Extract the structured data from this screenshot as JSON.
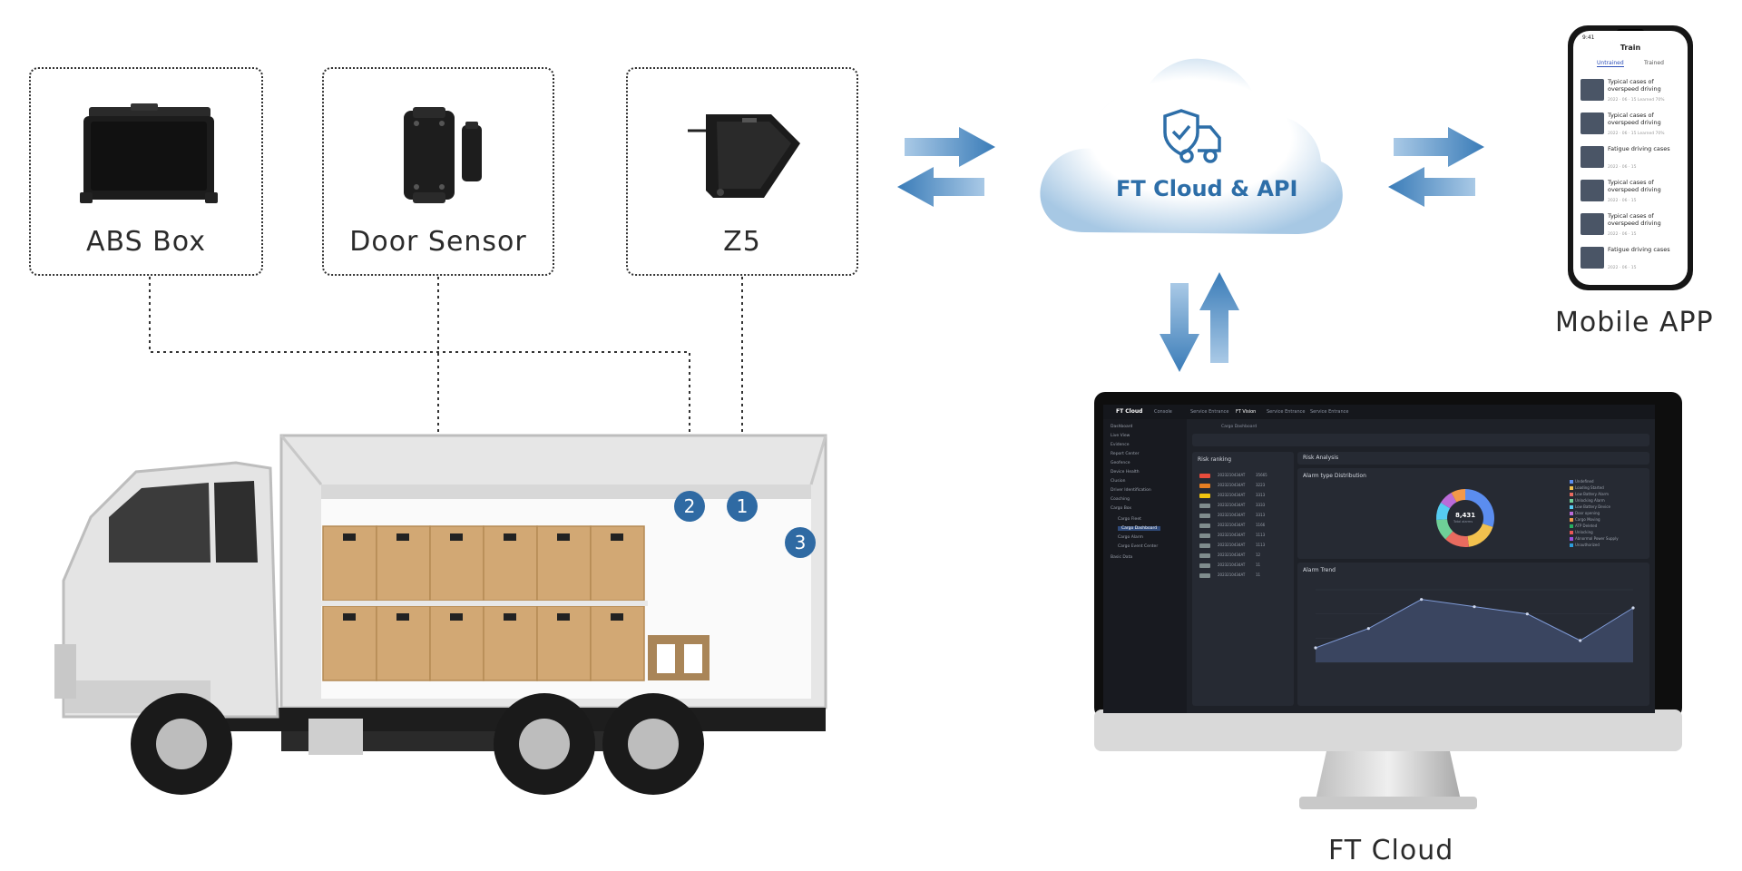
{
  "devices": [
    {
      "label": "ABS Box",
      "icon": "abs-box-icon"
    },
    {
      "label": "Door Sensor",
      "icon": "door-sensor-icon"
    },
    {
      "label": "Z5",
      "icon": "z5-device-icon"
    }
  ],
  "markers": [
    "2",
    "1",
    "3"
  ],
  "cloud": {
    "label": "FT Cloud & API",
    "icon": "truck-shield-icon"
  },
  "mobile": {
    "label": "Mobile APP",
    "screen": {
      "time": "9:41",
      "title": "Train",
      "tabs": [
        "Untrained",
        "Trained"
      ],
      "items": [
        {
          "text": "Typical cases of overspeed driving",
          "sub": "2022 · 06 · 15   Learned 70%"
        },
        {
          "text": "Typical cases of overspeed driving",
          "sub": "2022 · 06 · 15   Learned 70%"
        },
        {
          "text": "Fatigue driving cases",
          "sub": "2022 · 06 · 15"
        },
        {
          "text": "Typical cases of overspeed driving",
          "sub": "2022 · 06 · 15"
        },
        {
          "text": "Typical cases of overspeed driving",
          "sub": "2022 · 06 · 15"
        },
        {
          "text": "Fatigue driving cases",
          "sub": "2022 · 06 · 15"
        }
      ]
    }
  },
  "platform": {
    "label": "FT Cloud",
    "ui": {
      "brand": "FT Cloud",
      "nav": [
        "Console",
        "Service Entrance",
        "FT Vision",
        "Service Entrance",
        "Service Entrance"
      ],
      "breadcrumb": "Cargo Dashboard",
      "sidebar": [
        "Dashboard",
        "Live View",
        "Evidence",
        "Report Center",
        "Geofence",
        "Device Health",
        "Clusion",
        "Driver Identification",
        "Coaching",
        "Cargo Box",
        "Cargo Fleet",
        "Cargo Dashboard",
        "Cargo Alarm",
        "Cargo Event Center",
        "Basic Data"
      ],
      "risk_title": "Risk ranking",
      "analysis_title": "Risk Analysis",
      "distribution_title": "Alarm type Distribution",
      "donut_value": "8,431",
      "donut_caption": "Total alarms",
      "trend_title": "Alarm Trend",
      "legend": [
        {
          "name": "Undefined",
          "color": "#5b8def"
        },
        {
          "name": "Loading Started",
          "color": "#f2c14e"
        },
        {
          "name": "Low Battery Alarm",
          "color": "#e86b5f"
        },
        {
          "name": "Unlocking Alarm",
          "color": "#6fcf97"
        },
        {
          "name": "Low Battery Device",
          "color": "#56ccf2"
        },
        {
          "name": "Door opening",
          "color": "#bb6bd9"
        },
        {
          "name": "Cargo Moving",
          "color": "#f2994a"
        },
        {
          "name": "ATP Deleted",
          "color": "#27ae60"
        },
        {
          "name": "Unlocking",
          "color": "#eb5757"
        },
        {
          "name": "Abnormal Power Supply",
          "color": "#9b51e0"
        },
        {
          "name": "Unauthorized",
          "color": "#2d9cdb"
        }
      ],
      "ranking_rows": [
        {
          "id": "2023210434AT",
          "value": "35665",
          "color": "#e74c3c"
        },
        {
          "id": "2023210434AT",
          "value": "3223",
          "color": "#e67e22"
        },
        {
          "id": "2023210434AT",
          "value": "3313",
          "color": "#f1c40f"
        },
        {
          "id": "2023210434AT",
          "value": "3333",
          "color": "#7f8c8d"
        },
        {
          "id": "2023210434AT",
          "value": "3313",
          "color": "#7f8c8d"
        },
        {
          "id": "2023210434AT",
          "value": "1166",
          "color": "#7f8c8d"
        },
        {
          "id": "2023210434AT",
          "value": "1113",
          "color": "#7f8c8d"
        },
        {
          "id": "2023210434AT",
          "value": "1113",
          "color": "#7f8c8d"
        },
        {
          "id": "2023210434AT",
          "value": "12",
          "color": "#7f8c8d"
        },
        {
          "id": "2023210434AT",
          "value": "11",
          "color": "#7f8c8d"
        },
        {
          "id": "2023210434AT",
          "value": "11",
          "color": "#7f8c8d"
        }
      ],
      "trend": [
        12,
        28,
        52,
        46,
        40,
        18,
        45
      ],
      "donut": [
        30,
        18,
        14,
        12,
        10,
        8,
        8
      ]
    }
  },
  "colors": {
    "arrow": "#3a7cb8",
    "marker": "#2f6aa3",
    "box": "#d2a874",
    "cloud": "#2d6ea8"
  }
}
